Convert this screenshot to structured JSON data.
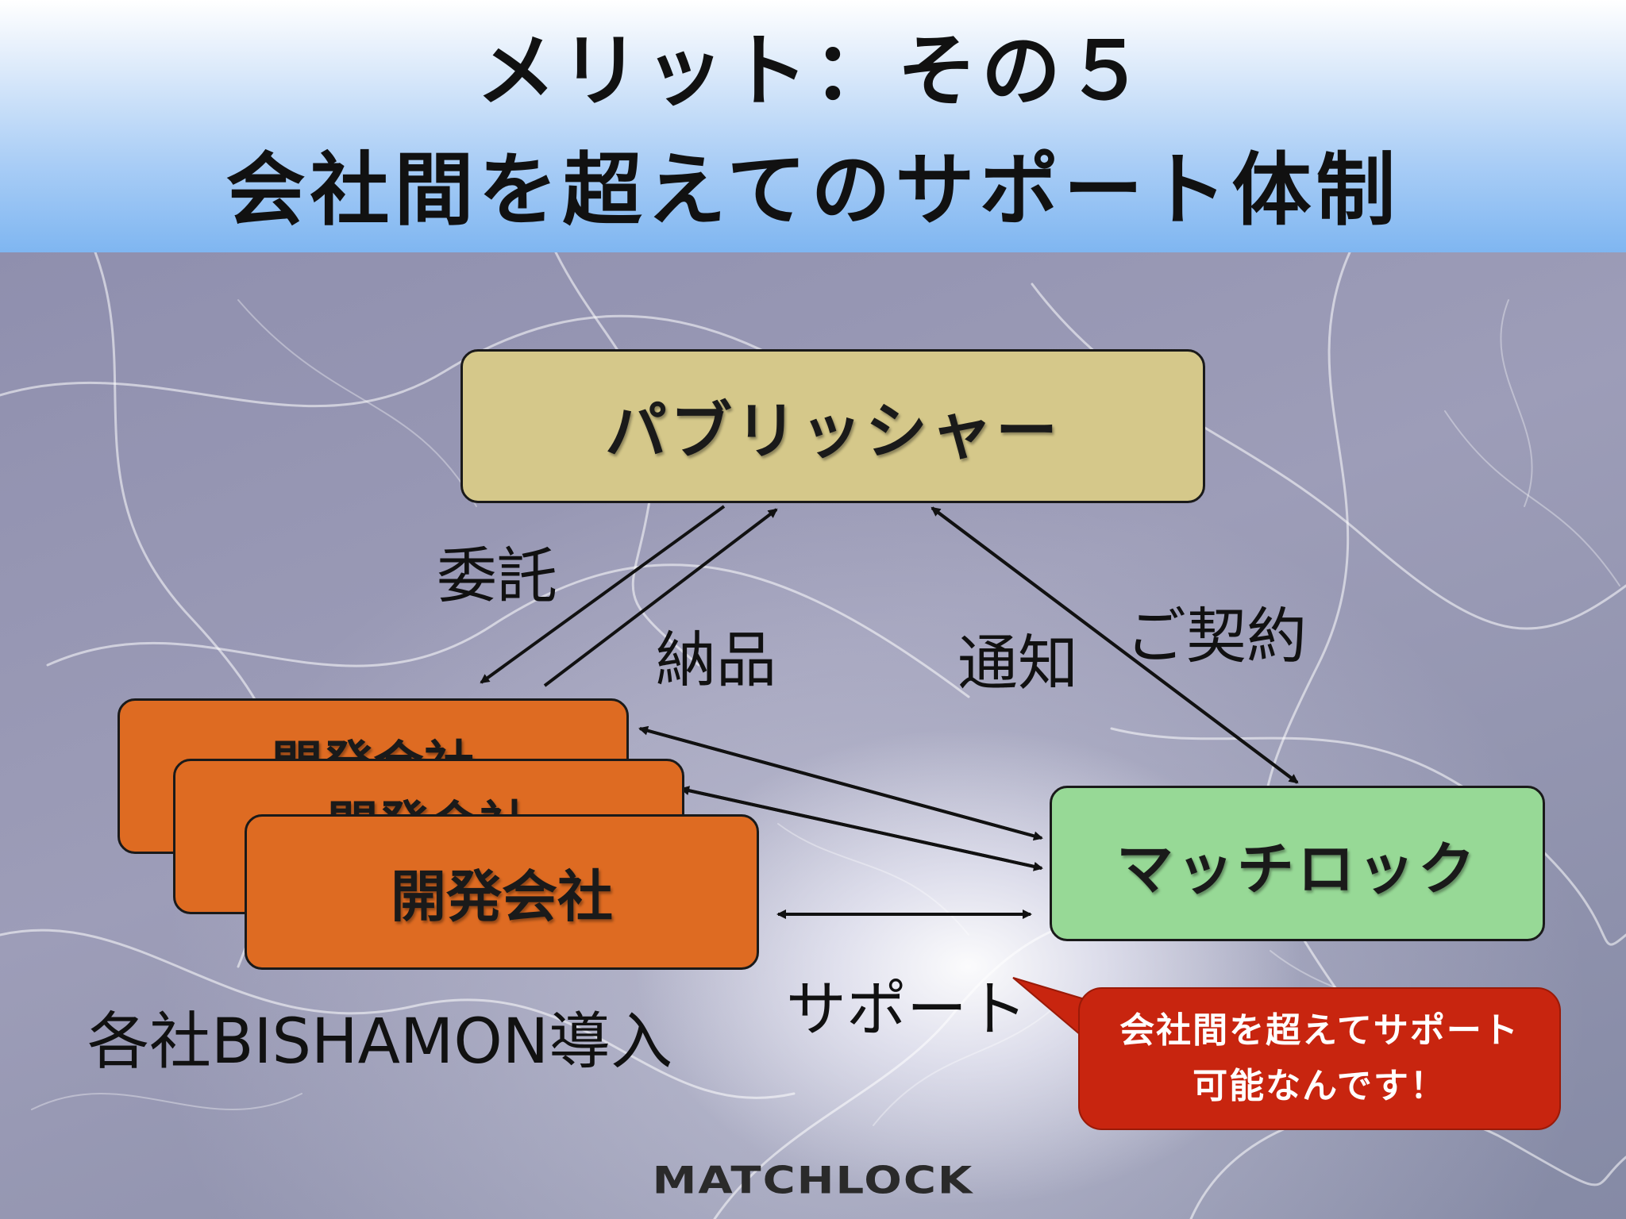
{
  "header": {
    "title_line1": "メリット：その５",
    "title_line2": "会社間を超えてのサポート体制"
  },
  "diagram": {
    "publisher": "パブリッシャー",
    "dev_company": "開発会社",
    "matchlock": "マッチロック",
    "label_consign": "委託",
    "label_delivery": "納品",
    "label_notify": "通知",
    "label_contract": "ご契約",
    "label_support": "サポート",
    "label_bishamon": "各社BISHAMON導入"
  },
  "callout": {
    "line1": "会社間を超えてサポート",
    "line2": "可能なんです！"
  },
  "logo": "MATCHLOCK",
  "colors": {
    "publisher_fill": "#d5c88a",
    "dev_fill": "#de6b22",
    "matchlock_fill": "#97d996",
    "callout_fill": "#c8250f"
  }
}
